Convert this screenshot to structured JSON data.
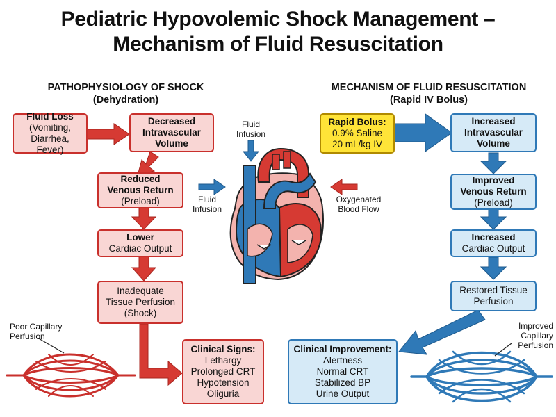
{
  "title": {
    "line1": "Pediatric Hypovolemic Shock Management –",
    "line2": "Mechanism of Fluid Resuscitation"
  },
  "left_section": {
    "heading": "PATHOPHYSIOLOGY OF SHOCK",
    "subheading": "(Dehydration)",
    "fluid_loss": {
      "title": "Fluid Loss",
      "lines": [
        "(Vomiting,",
        "Diarrhea, Fever)"
      ]
    },
    "decreased_volume": {
      "lines": [
        "Decreased",
        "Intravascular",
        "Volume"
      ]
    },
    "reduced_venous_return": {
      "lines": [
        "Reduced",
        "Venous Return"
      ],
      "sub": "(Preload)"
    },
    "lower_output": {
      "title": "Lower",
      "sub": "Cardiac Output"
    },
    "inadequate_perfusion": {
      "lines": [
        "Inadequate",
        "Tissue Perfusion",
        "(Shock)"
      ]
    },
    "clinical_signs": {
      "title": "Clinical Signs:",
      "lines": [
        "Lethargy",
        "Prolonged CRT",
        "Hypotension",
        "Oliguria"
      ]
    },
    "capillary_label": [
      "Poor Capillary",
      "Perfusion"
    ]
  },
  "right_section": {
    "heading": "MECHANISM OF FLUID RESUSCITATION",
    "subheading": "(Rapid IV Bolus)",
    "rapid_bolus": {
      "title": "Rapid Bolus:",
      "lines": [
        "0.9% Saline",
        "20 mL/kg IV"
      ]
    },
    "increased_volume": {
      "lines": [
        "Increased",
        "Intravascular",
        "Volume"
      ]
    },
    "improved_venous_return": {
      "lines": [
        "Improved",
        "Venous Return"
      ],
      "sub": "(Preload)"
    },
    "increased_output": {
      "title": "Increased",
      "sub": "Cardiac Output"
    },
    "restored_perfusion": {
      "lines": [
        "Restored Tissue",
        "Perfusion"
      ]
    },
    "clinical_improvement": {
      "title": "Clinical Improvement:",
      "lines": [
        "Alertness",
        "Normal CRT",
        "Stabilized BP",
        "Urine Output"
      ]
    },
    "capillary_label": [
      "Improved",
      "Capillary",
      "Perfusion"
    ]
  },
  "heart": {
    "top_label": [
      "Fluid",
      "Infusion"
    ],
    "left_label": [
      "Fluid",
      "Infusion"
    ],
    "right_label": [
      "Oxygenated",
      "Blood Flow"
    ]
  },
  "colors": {
    "red_border": "#c9302c",
    "red_fill": "#f9d6d4",
    "red_arrow": "#d63a33",
    "blue_border": "#2f79b7",
    "blue_fill": "#d6eaf7",
    "blue_arrow": "#2f79b7",
    "yellow_fill": "#ffe438"
  }
}
